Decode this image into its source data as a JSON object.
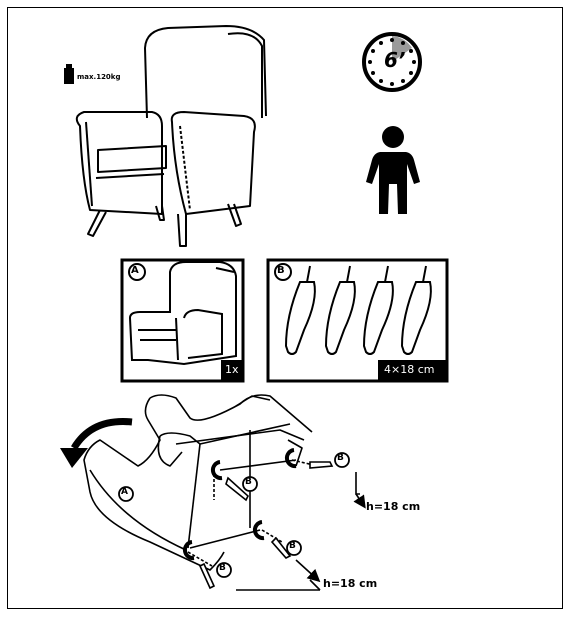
{
  "weight": {
    "text": "max.120kg"
  },
  "clock": {
    "text": "6’"
  },
  "box_a": {
    "letter": "A",
    "qty": "1x"
  },
  "box_b": {
    "letter": "B",
    "qty": "4×18 cm"
  },
  "assembly": {
    "part_a_label": "A",
    "part_b_label": "B",
    "height_upper": "h=18 cm",
    "height_lower": "h=18 cm"
  }
}
